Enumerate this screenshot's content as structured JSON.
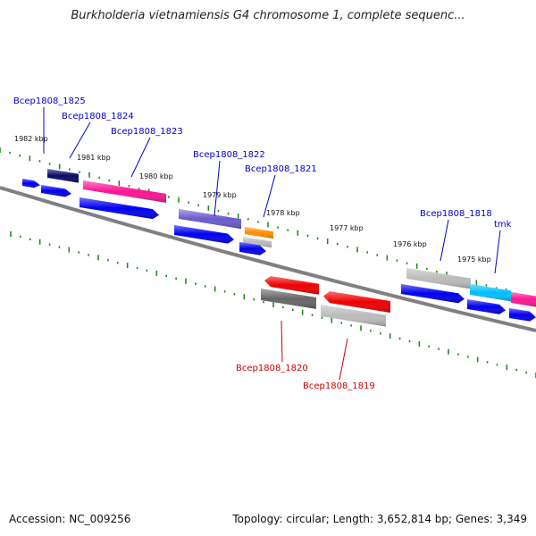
{
  "title": "Burkholderia vietnamiensis G4 chromosome 1, complete sequenc...",
  "footer": {
    "accession": "Accession: NC_009256",
    "topology": "Topology: circular; Length: 3,652,814 bp; Genes: 3,349"
  },
  "colors": {
    "backbone": "#808080",
    "tick": "#228b22",
    "label_forward": "#0000cc",
    "label_reverse": "#cc0000"
  },
  "scale_labels": [
    "1982 kbp",
    "1981 kbp",
    "1980 kbp",
    "1979 kbp",
    "1978 kbp",
    "1977 kbp",
    "1976 kbp",
    "1975 kbp"
  ],
  "gene_labels": [
    {
      "text": "Bcep1808_1825",
      "strand": "forward"
    },
    {
      "text": "Bcep1808_1824",
      "strand": "forward"
    },
    {
      "text": "Bcep1808_1823",
      "strand": "forward"
    },
    {
      "text": "Bcep1808_1822",
      "strand": "forward"
    },
    {
      "text": "Bcep1808_1821",
      "strand": "forward"
    },
    {
      "text": "Bcep1808_1818",
      "strand": "forward"
    },
    {
      "text": "tmk",
      "strand": "forward"
    },
    {
      "text": "Bcep1808_1820",
      "strand": "reverse"
    },
    {
      "text": "Bcep1808_1819",
      "strand": "reverse"
    }
  ],
  "features": [
    {
      "strand": "forward",
      "color": "#0000ee",
      "shape": "arrow"
    },
    {
      "strand": "forward",
      "color": "#0000ee",
      "shape": "arrow"
    },
    {
      "strand": "forward",
      "color": "#0a0a66",
      "shape": "box"
    },
    {
      "strand": "forward",
      "color": "#ff1493",
      "shape": "box"
    },
    {
      "strand": "forward",
      "color": "#0000ee",
      "shape": "arrow"
    },
    {
      "strand": "forward",
      "color": "#6a5acd",
      "shape": "box"
    },
    {
      "strand": "forward",
      "color": "#0000ee",
      "shape": "arrow"
    },
    {
      "strand": "forward",
      "color": "#ff8c00",
      "shape": "box"
    },
    {
      "strand": "forward",
      "color": "#bbbbbb",
      "shape": "box"
    },
    {
      "strand": "forward",
      "color": "#0000ee",
      "shape": "arrow"
    },
    {
      "strand": "forward",
      "color": "#bbbbbb",
      "shape": "box"
    },
    {
      "strand": "forward",
      "color": "#00bfff",
      "shape": "box"
    },
    {
      "strand": "forward",
      "color": "#ff1493",
      "shape": "box"
    },
    {
      "strand": "forward",
      "color": "#0000ee",
      "shape": "arrow"
    },
    {
      "strand": "forward",
      "color": "#0000ee",
      "shape": "arrow"
    },
    {
      "strand": "forward",
      "color": "#0000ee",
      "shape": "arrow"
    },
    {
      "strand": "reverse",
      "color": "#ee0000",
      "shape": "arrow"
    },
    {
      "strand": "reverse",
      "color": "#666666",
      "shape": "box"
    },
    {
      "strand": "reverse",
      "color": "#ee0000",
      "shape": "arrow"
    },
    {
      "strand": "reverse",
      "color": "#bbbbbb",
      "shape": "box"
    }
  ]
}
